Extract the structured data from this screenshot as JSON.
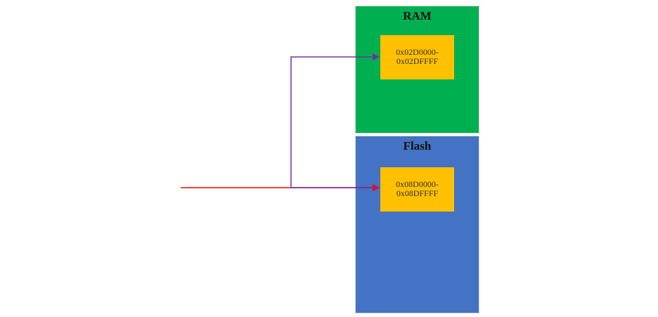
{
  "diagram": {
    "ram": {
      "title": "RAM",
      "fill": "#00b050",
      "region": {
        "line1": "0x02D0000-",
        "line2": "0x02DFFFF",
        "fill": "#ffc000"
      }
    },
    "flash": {
      "title": "Flash",
      "fill": "#4472c4",
      "region": {
        "line1": "0x08D0000-",
        "line2": "0x08DFFFF",
        "fill": "#ffc000"
      }
    },
    "arrows": {
      "flash_arrow_color": "#ff0000",
      "ram_arrow_color": "#7030a0"
    }
  }
}
